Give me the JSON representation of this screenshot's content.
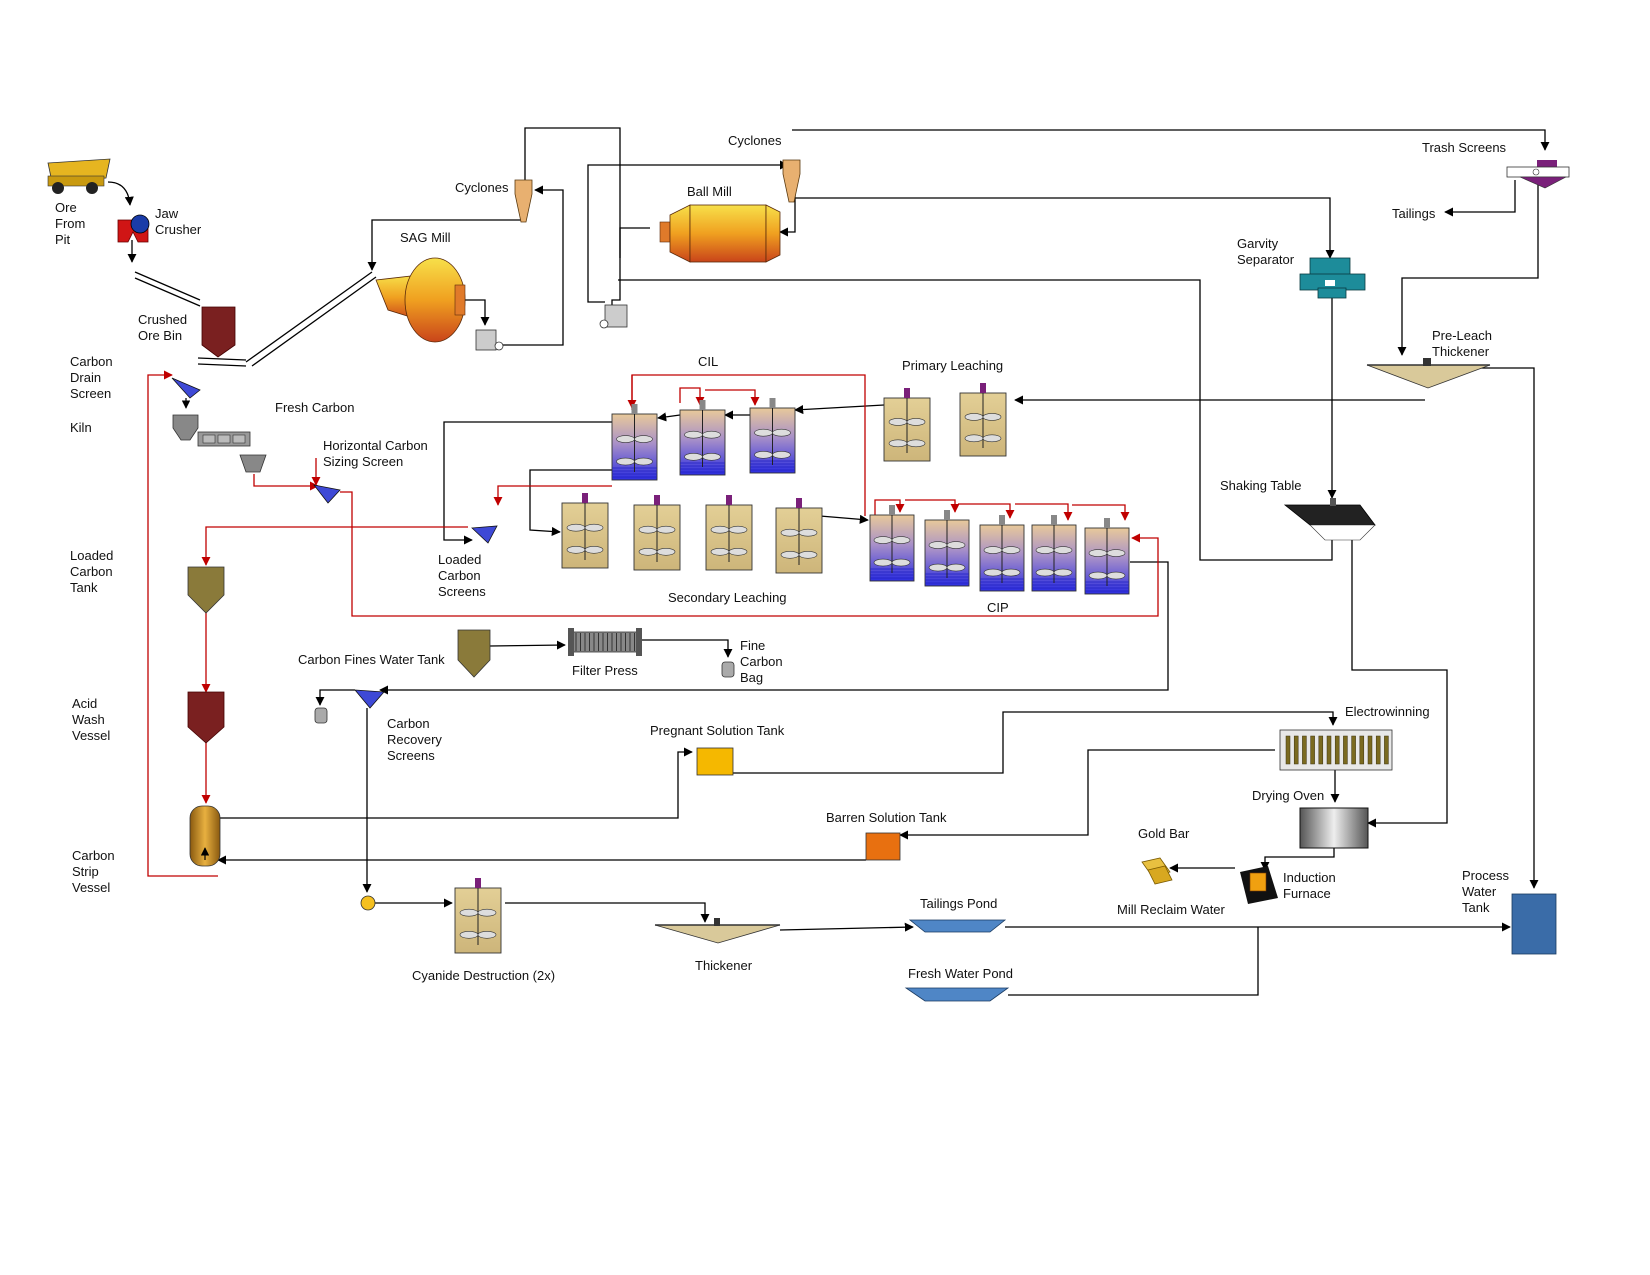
{
  "labels": {
    "ore_from_pit": [
      "Ore",
      "From",
      "Pit"
    ],
    "jaw_crusher": [
      "Jaw",
      "Crusher"
    ],
    "crushed_ore_bin": [
      "Crushed",
      "Ore Bin"
    ],
    "carbon_drain_screen": [
      "Carbon",
      "Drain",
      "Screen"
    ],
    "kiln": "Kiln",
    "fresh_carbon": "Fresh Carbon",
    "horizontal_carbon_sizing_screen": [
      "Horizontal Carbon",
      "Sizing Screen"
    ],
    "loaded_carbon_tank": [
      "Loaded",
      "Carbon",
      "Tank"
    ],
    "acid_wash_vessel": [
      "Acid",
      "Wash",
      "Vessel"
    ],
    "carbon_strip_vessel": [
      "Carbon",
      "Strip",
      "Vessel"
    ],
    "cyclones_1": "Cyclones",
    "sag_mill": "SAG Mill",
    "cyclones_2": "Cyclones",
    "ball_mill": "Ball Mill",
    "trash_screens": "Trash Screens",
    "tailings": "Tailings",
    "garvity_separator": [
      "Garvity",
      "Separator"
    ],
    "pre_leach_thickener": [
      "Pre-Leach",
      "Thickener"
    ],
    "cil": "CIL",
    "primary_leaching": "Primary Leaching",
    "shaking_table": "Shaking Table",
    "loaded_carbon_screens": [
      "Loaded",
      "Carbon",
      "Screens"
    ],
    "secondary_leaching": "Secondary Leaching",
    "cip": "CIP",
    "carbon_fines_water_tank": "Carbon Fines  Water Tank",
    "filter_press": "Filter Press",
    "fine_carbon_bag": [
      "Fine",
      "Carbon",
      "Bag"
    ],
    "carbon_recovery_screens": [
      "Carbon",
      "Recovery",
      "Screens"
    ],
    "pregnant_solution_tank": "Pregnant Solution Tank",
    "electrowinning": "Electrowinning",
    "drying_oven": "Drying Oven",
    "barren_solution_tank": "Barren Solution Tank",
    "gold_bar": "Gold Bar",
    "induction_furnace": [
      "Induction",
      "Furnace"
    ],
    "process_water_tank": [
      "Process",
      "Water",
      "Tank"
    ],
    "tailings_pond": "Tailings Pond",
    "mill_reclaim_water": "Mill Reclaim Water",
    "cyanide_destruction": "Cyanide Destruction (2x)",
    "thickener": "Thickener",
    "fresh_water_pond": "Fresh Water Pond"
  },
  "colors": {
    "line": "#000000",
    "carbon_flow": "#c00000",
    "mill_gold": "#f0b020",
    "tank_tan": "#d9c99a",
    "tank_blue": "#3a3ad8",
    "screen_blue": "#3e49d6",
    "bin_maroon": "#7a2020",
    "separator_teal": "#1d8c9a",
    "process_water": "#3a6ca8",
    "pond_blue": "#4f86c6",
    "orange_tank": "#e87010",
    "yellow_tank": "#f5b800"
  }
}
